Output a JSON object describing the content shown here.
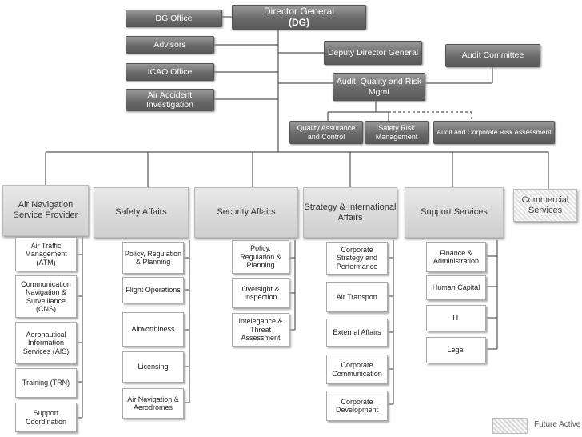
{
  "top": {
    "director_general": "Director General",
    "director_general_abbr": "(DG)",
    "dg_office": "DG Office",
    "advisors": "Advisors",
    "icao_office": "ICAO Office",
    "air_accident_investigation": "Air Accident Investigation",
    "deputy_director_general": "Deputy Director General",
    "audit_committee": "Audit Committee",
    "audit_quality_risk": "Audit, Quality and Risk Mgmt",
    "quality_assurance": "Quality Assurance and Control",
    "safety_risk": "Safety Risk Management",
    "audit_corporate_risk": "Audit and Corporate Risk Assessment"
  },
  "departments": {
    "air_navigation": {
      "title": "Air Navigation Service Provider",
      "items": [
        "Air Traffic Management (ATM)",
        "Communication Navigation & Surveillance (CNS)",
        "Aeronautical Information Services (AIS)",
        "Training (TRN)",
        "Support Coordination"
      ]
    },
    "safety_affairs": {
      "title": "Safety Affairs",
      "items": [
        "Policy, Regulation & Planning",
        "Flight Operations",
        "Airworthiness",
        "Licensing",
        "Air Navigation & Aerodromes"
      ]
    },
    "security_affairs": {
      "title": "Security Affairs",
      "items": [
        "Policy, Regulation & Planning",
        "Oversight & Inspection",
        "Intelegance & Threat Assessment"
      ]
    },
    "strategy": {
      "title": "Strategy & International Affairs",
      "items": [
        "Corporate Strategy and Performance",
        "Air Transport",
        "External Affairs",
        "Corporate Communication",
        "Corporate Development"
      ]
    },
    "support_services": {
      "title": "Support Services",
      "items": [
        "Finance & Administration",
        "Human Capital",
        "IT",
        "Legal"
      ]
    },
    "commercial": {
      "title": "Commercial Services"
    }
  },
  "legend": {
    "future_activities": "Future Active"
  }
}
